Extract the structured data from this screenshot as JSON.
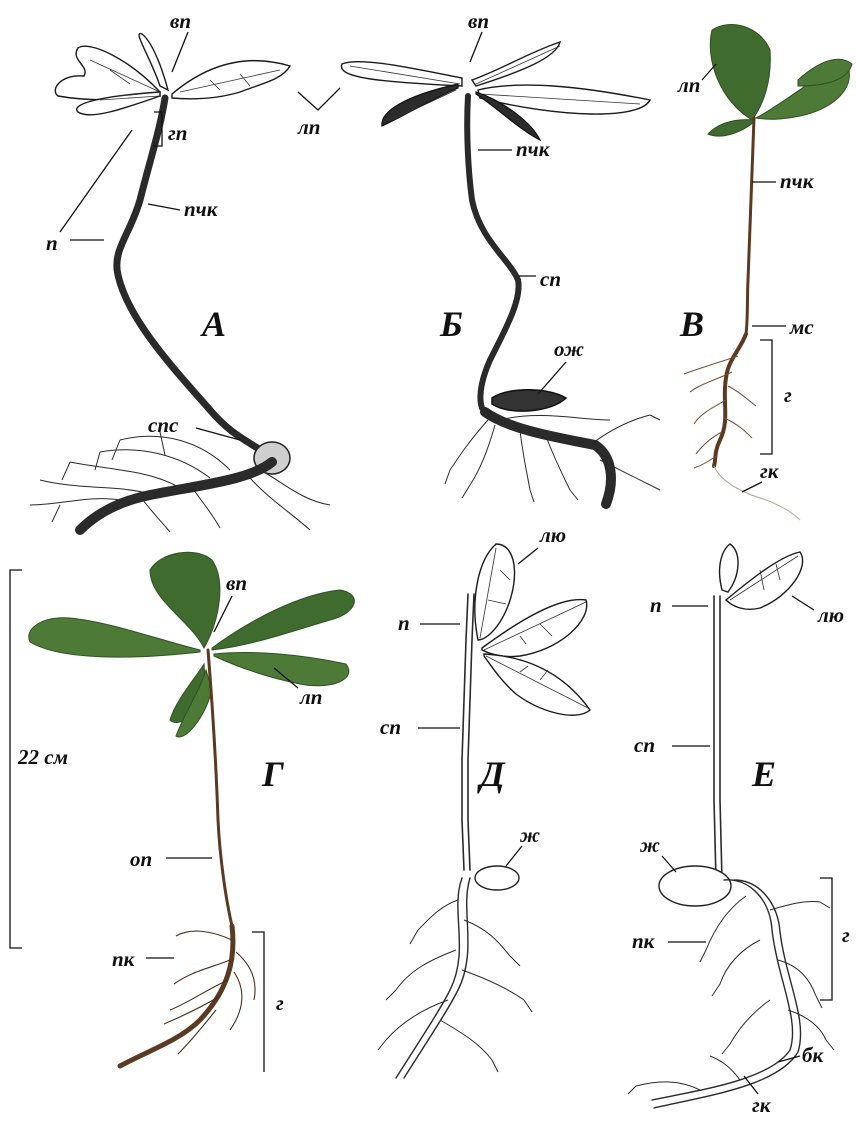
{
  "panels": {
    "A": {
      "letter": "А",
      "labels": {
        "vp": "вп",
        "gp": "гп",
        "p": "п",
        "pchk": "пчк",
        "lp": "лп",
        "sps": "спс"
      }
    },
    "B": {
      "letter": "Б",
      "labels": {
        "vp": "вп",
        "pchk": "пчк",
        "sp": "сп",
        "ozh": "ож"
      }
    },
    "V": {
      "letter": "В",
      "labels": {
        "lp": "лп",
        "pchk": "пчк",
        "ms": "мс",
        "g": "г",
        "gk": "гк"
      }
    },
    "G": {
      "letter": "Г",
      "labels": {
        "vp": "вп",
        "lp": "лп",
        "size": "22 см",
        "op": "оп",
        "pk": "пк",
        "g": "г"
      }
    },
    "D": {
      "letter": "Д",
      "labels": {
        "lyu": "лю",
        "p": "п",
        "sp": "сп",
        "zh": "ж"
      }
    },
    "E": {
      "letter": "Е",
      "labels": {
        "p": "п",
        "lyu": "лю",
        "sp": "сп",
        "zh": "ж",
        "pk": "пк",
        "g": "г",
        "bk": "бк",
        "gk": "гк"
      }
    }
  },
  "colors": {
    "ink": "#111111",
    "leaf_green": "#3f6b2e",
    "stem_brown": "#5a3a22"
  }
}
